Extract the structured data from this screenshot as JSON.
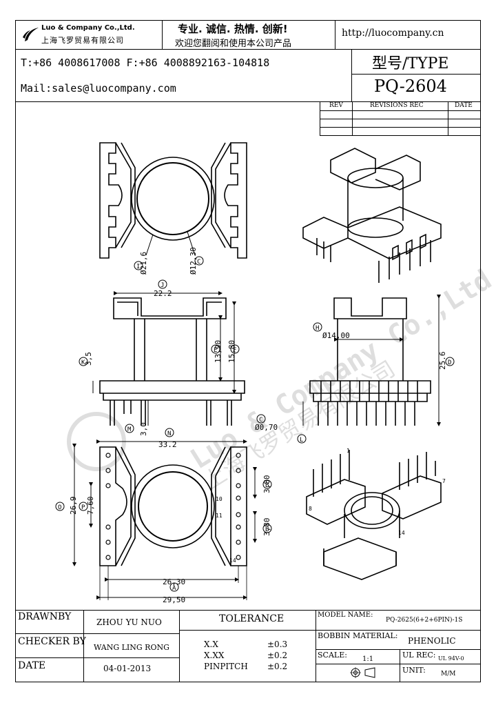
{
  "header": {
    "company_en": "Luo & Company Co.,Ltd.",
    "company_cn": "上海飞罗贸易有限公司",
    "slogan_1": "专业. 诚信. 热情. 创新!",
    "slogan_2": "欢迎您翻阅和使用本公司产品",
    "website": "http://luocompany.cn",
    "phone_fax": "T:+86 4008617008 F:+86 4008892163-104818",
    "mail": "Mail:sales@luocompany.com",
    "type_label": "型号/TYPE",
    "type_value": "PQ-2604"
  },
  "revisions": {
    "col_rev": "REV",
    "col_rec": "REVISIONS REC",
    "col_date": "DATE"
  },
  "drawing": {
    "top_dims": {
      "outer_dia": "Ø21,6",
      "outer_mark": "I",
      "inner_dia": "Ø12,30",
      "inner_mark": "C"
    },
    "front_dims": {
      "width": "22.2",
      "width_mark": "J",
      "h1": "13,90",
      "h1_mark": "E",
      "h2": "15,80",
      "h2_mark": "F",
      "flange": "3,5",
      "flange_mark": "K",
      "pin_len": "3,0",
      "pin_mark": "M"
    },
    "side_dims": {
      "dia": "Ø14,00",
      "dia_mark": "H",
      "height": "25.6",
      "height_mark": "D",
      "pin_dia": "Ø0,70",
      "pin_dia_mark": "C",
      "pin_mark": "L"
    },
    "bottom_dims": {
      "overall": "33.2",
      "overall_mark": "N",
      "depth": "26,9",
      "depth_mark": "O",
      "center": "7,60",
      "center_mark": "P",
      "pitch_1": "3,80",
      "pitch_1_mark": "B",
      "pitch_2": "3,80",
      "pitch_2_mark": "B",
      "span_1": "26,30",
      "span_1_mark": "A",
      "span_2": "29,50",
      "span_2_mark": "A",
      "pin_10": "10",
      "pin_11": "11",
      "pin_14": "14"
    },
    "iso_labels": {
      "pin_1": "1",
      "pin_7": "7",
      "pin_8": "8",
      "pin_14": "14"
    },
    "watermark_en": "Luo & Company Co.,Ltd.",
    "watermark_cn": "上海飞罗贸易有限公司"
  },
  "title_block": {
    "drawn_by_label": "DRAWNBY",
    "drawn_by": "ZHOU YU NUO",
    "checker_label": "CHECKER BY",
    "checker": "WANG LING RONG",
    "date_label": "DATE",
    "date": "04-01-2013",
    "tolerance_label": "TOLERANCE",
    "tol_1_key": "X.X",
    "tol_1_val": "±0.3",
    "tol_2_key": "X.XX",
    "tol_2_val": "±0.2",
    "tol_3_key": "PINPITCH",
    "tol_3_val": "±0.2",
    "model_label": "MODEL NAME:",
    "model": "PQ-2625(6+2+6PIN)-1S",
    "material_label": "BOBBIN MATERIAL:",
    "material": "PHENOLIC",
    "scale_label": "SCALE:",
    "scale": "1:1",
    "ul_label": "UL REC:",
    "ul": "UL 94V-0",
    "unit_label": "UNIT:",
    "unit": "M/M"
  }
}
